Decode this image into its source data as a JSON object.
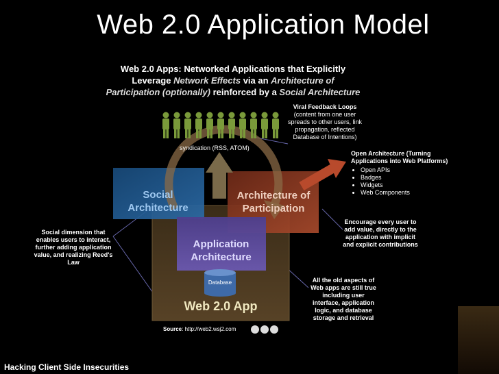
{
  "title": "Web 2.0 Application Model",
  "subtitle": {
    "line1": "Web 2.0 Apps: Networked Applications that Explicitly",
    "line2a": "Leverage ",
    "line2b": "Network Effects",
    "line2c": " via an ",
    "line2d": "Architecture of",
    "line3a": "Participation (optionally)",
    "line3b": " reinforced by a ",
    "line3c": "Social Architecture"
  },
  "boxes": {
    "social": "Social Architecture",
    "participation": "Architecture of Participation",
    "application": "Application Architecture",
    "web_app": "Web 2.0 App",
    "database": "Database"
  },
  "syndication": "syndication (RSS, ATOM)",
  "callouts": {
    "viral_title": "Viral Feedback Loops",
    "viral_body": "(content from one user spreads to other users, link propagation, reflected Database of Intentions)",
    "open_title": "Open Architecture (Turning Applications into Web Platforms)",
    "open_items": [
      "Open APIs",
      "Badges",
      "Widgets",
      "Web Components"
    ],
    "encourage": "Encourage every user to add value, directly to the application with implicit and explicit contributions",
    "social_dim": "Social dimension that enables users to interact, further adding application value, and realizing Reed's Law",
    "old_aspects": "All the old aspects of Web apps are still true including user interface, application logic, and database storage and retrieval"
  },
  "source": {
    "label": "Source",
    "url": ": http://web2.wsj2.com"
  },
  "footer": "Hacking Client Side Insecurities",
  "colors": {
    "social_box": "#1f4f80",
    "participation_box": "#8c3a22",
    "application_box": "#5b4b9a",
    "web_app_box": "#4a3a22",
    "people": "#7a9a3a",
    "callout_link": "#6666aa"
  }
}
